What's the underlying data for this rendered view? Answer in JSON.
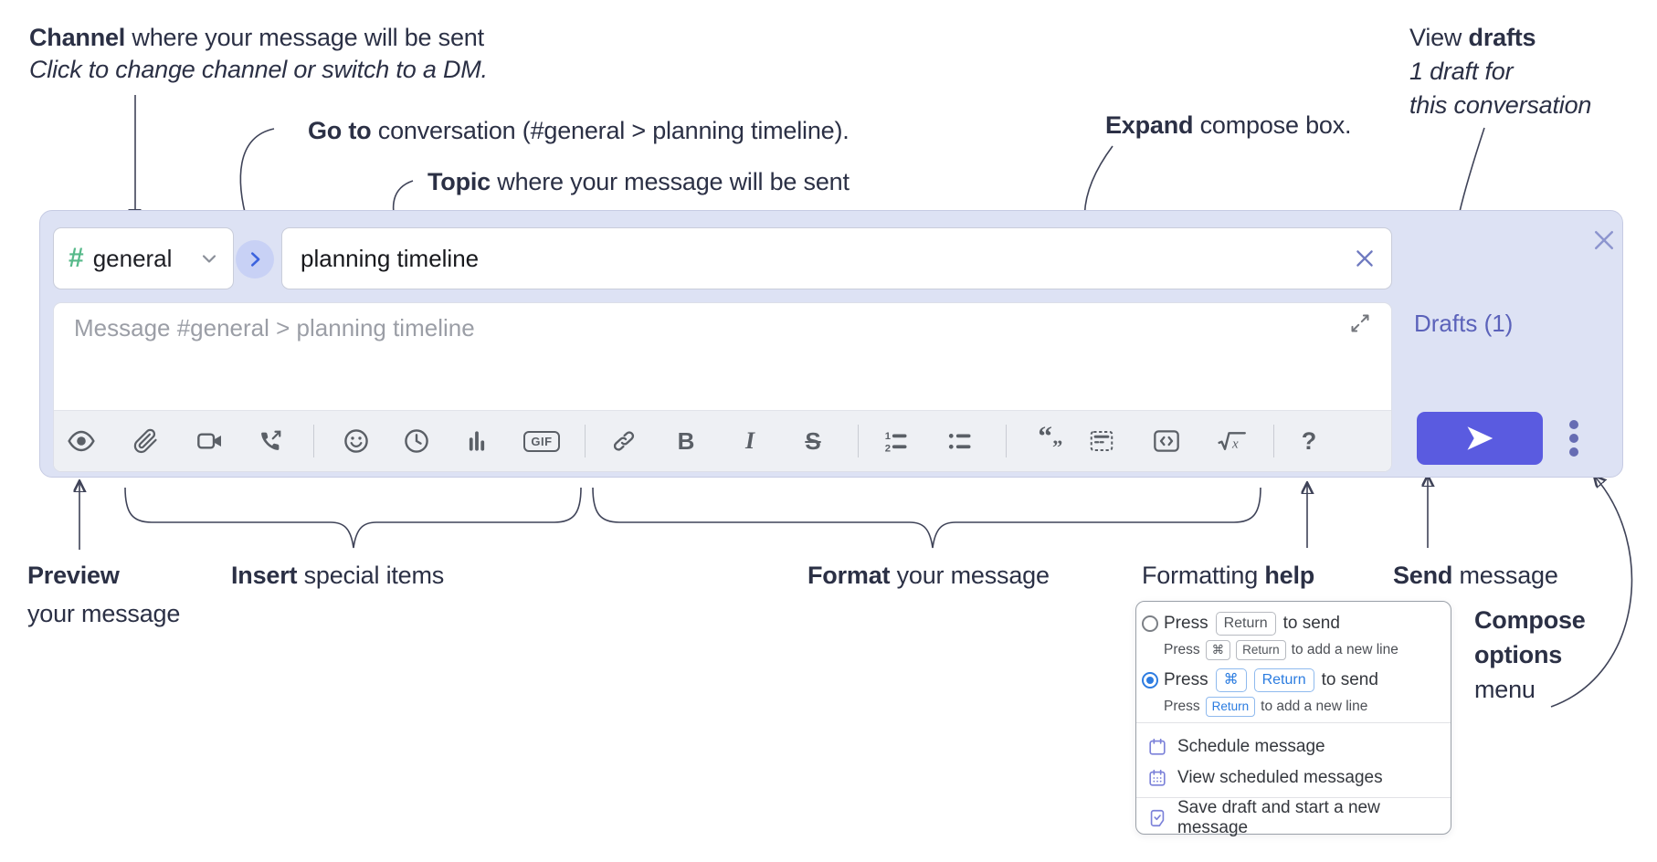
{
  "annotations": {
    "channel": {
      "bold": "Channel",
      "rest": " where your message will be sent",
      "sub": "Click to change channel or switch to a DM."
    },
    "goto": {
      "bold": "Go to",
      "rest": " conversation (#general > planning timeline)."
    },
    "topic": {
      "bold": "Topic",
      "rest": " where your message will be sent"
    },
    "expand": {
      "bold": "Expand",
      "rest": " compose box."
    },
    "view_drafts": {
      "pre": "View ",
      "bold": "drafts",
      "line2": "1 draft for",
      "line3": "this conversation"
    },
    "preview": {
      "bold": "Preview",
      "line2": "your message"
    },
    "insert": {
      "bold": "Insert",
      "rest": " special items"
    },
    "format": {
      "bold": "Format",
      "rest": " your message"
    },
    "formatting_help": {
      "pre": "Formatting ",
      "bold": "help"
    },
    "send": {
      "bold": "Send",
      "rest": " message"
    },
    "compose_options": {
      "line1": "Compose",
      "line2": "options",
      "line3": "menu"
    }
  },
  "compose": {
    "channel_hash": "#",
    "channel_name": "general",
    "topic_value": "planning timeline",
    "message_placeholder": "Message #general > planning timeline",
    "drafts_label": "Drafts (1)",
    "toolbar": {
      "bold_label": "B",
      "italic_label": "I",
      "strike_label": "S",
      "gif_label": "GIF",
      "ol_1": "1",
      "ol_2": "2",
      "quote_open": "“",
      "quote_close": "”",
      "math_x": "x",
      "help_label": "?"
    }
  },
  "popup": {
    "opt1": {
      "press": "Press",
      "key1": "Return",
      "suffix": "to send",
      "sub_press": "Press",
      "sub_key1": "⌘",
      "sub_key2": "Return",
      "sub_suffix": "to add a new line"
    },
    "opt2": {
      "press": "Press",
      "key1": "⌘",
      "key2": "Return",
      "suffix": "to send",
      "sub_press": "Press",
      "sub_key1": "Return",
      "sub_suffix": "to add a new line"
    },
    "menu": [
      {
        "label": "Schedule message"
      },
      {
        "label": "View scheduled messages"
      },
      {
        "label": "Save draft and start a new message"
      }
    ]
  },
  "colors": {
    "compose_bg": "#dde2f4",
    "send_button": "#5a5be0",
    "hash_green": "#57b98a",
    "drafts_link": "#5b62ba",
    "radio_blue": "#2d7ce1",
    "icon_gray": "#5a5f66",
    "annotation": "#2b3045"
  }
}
